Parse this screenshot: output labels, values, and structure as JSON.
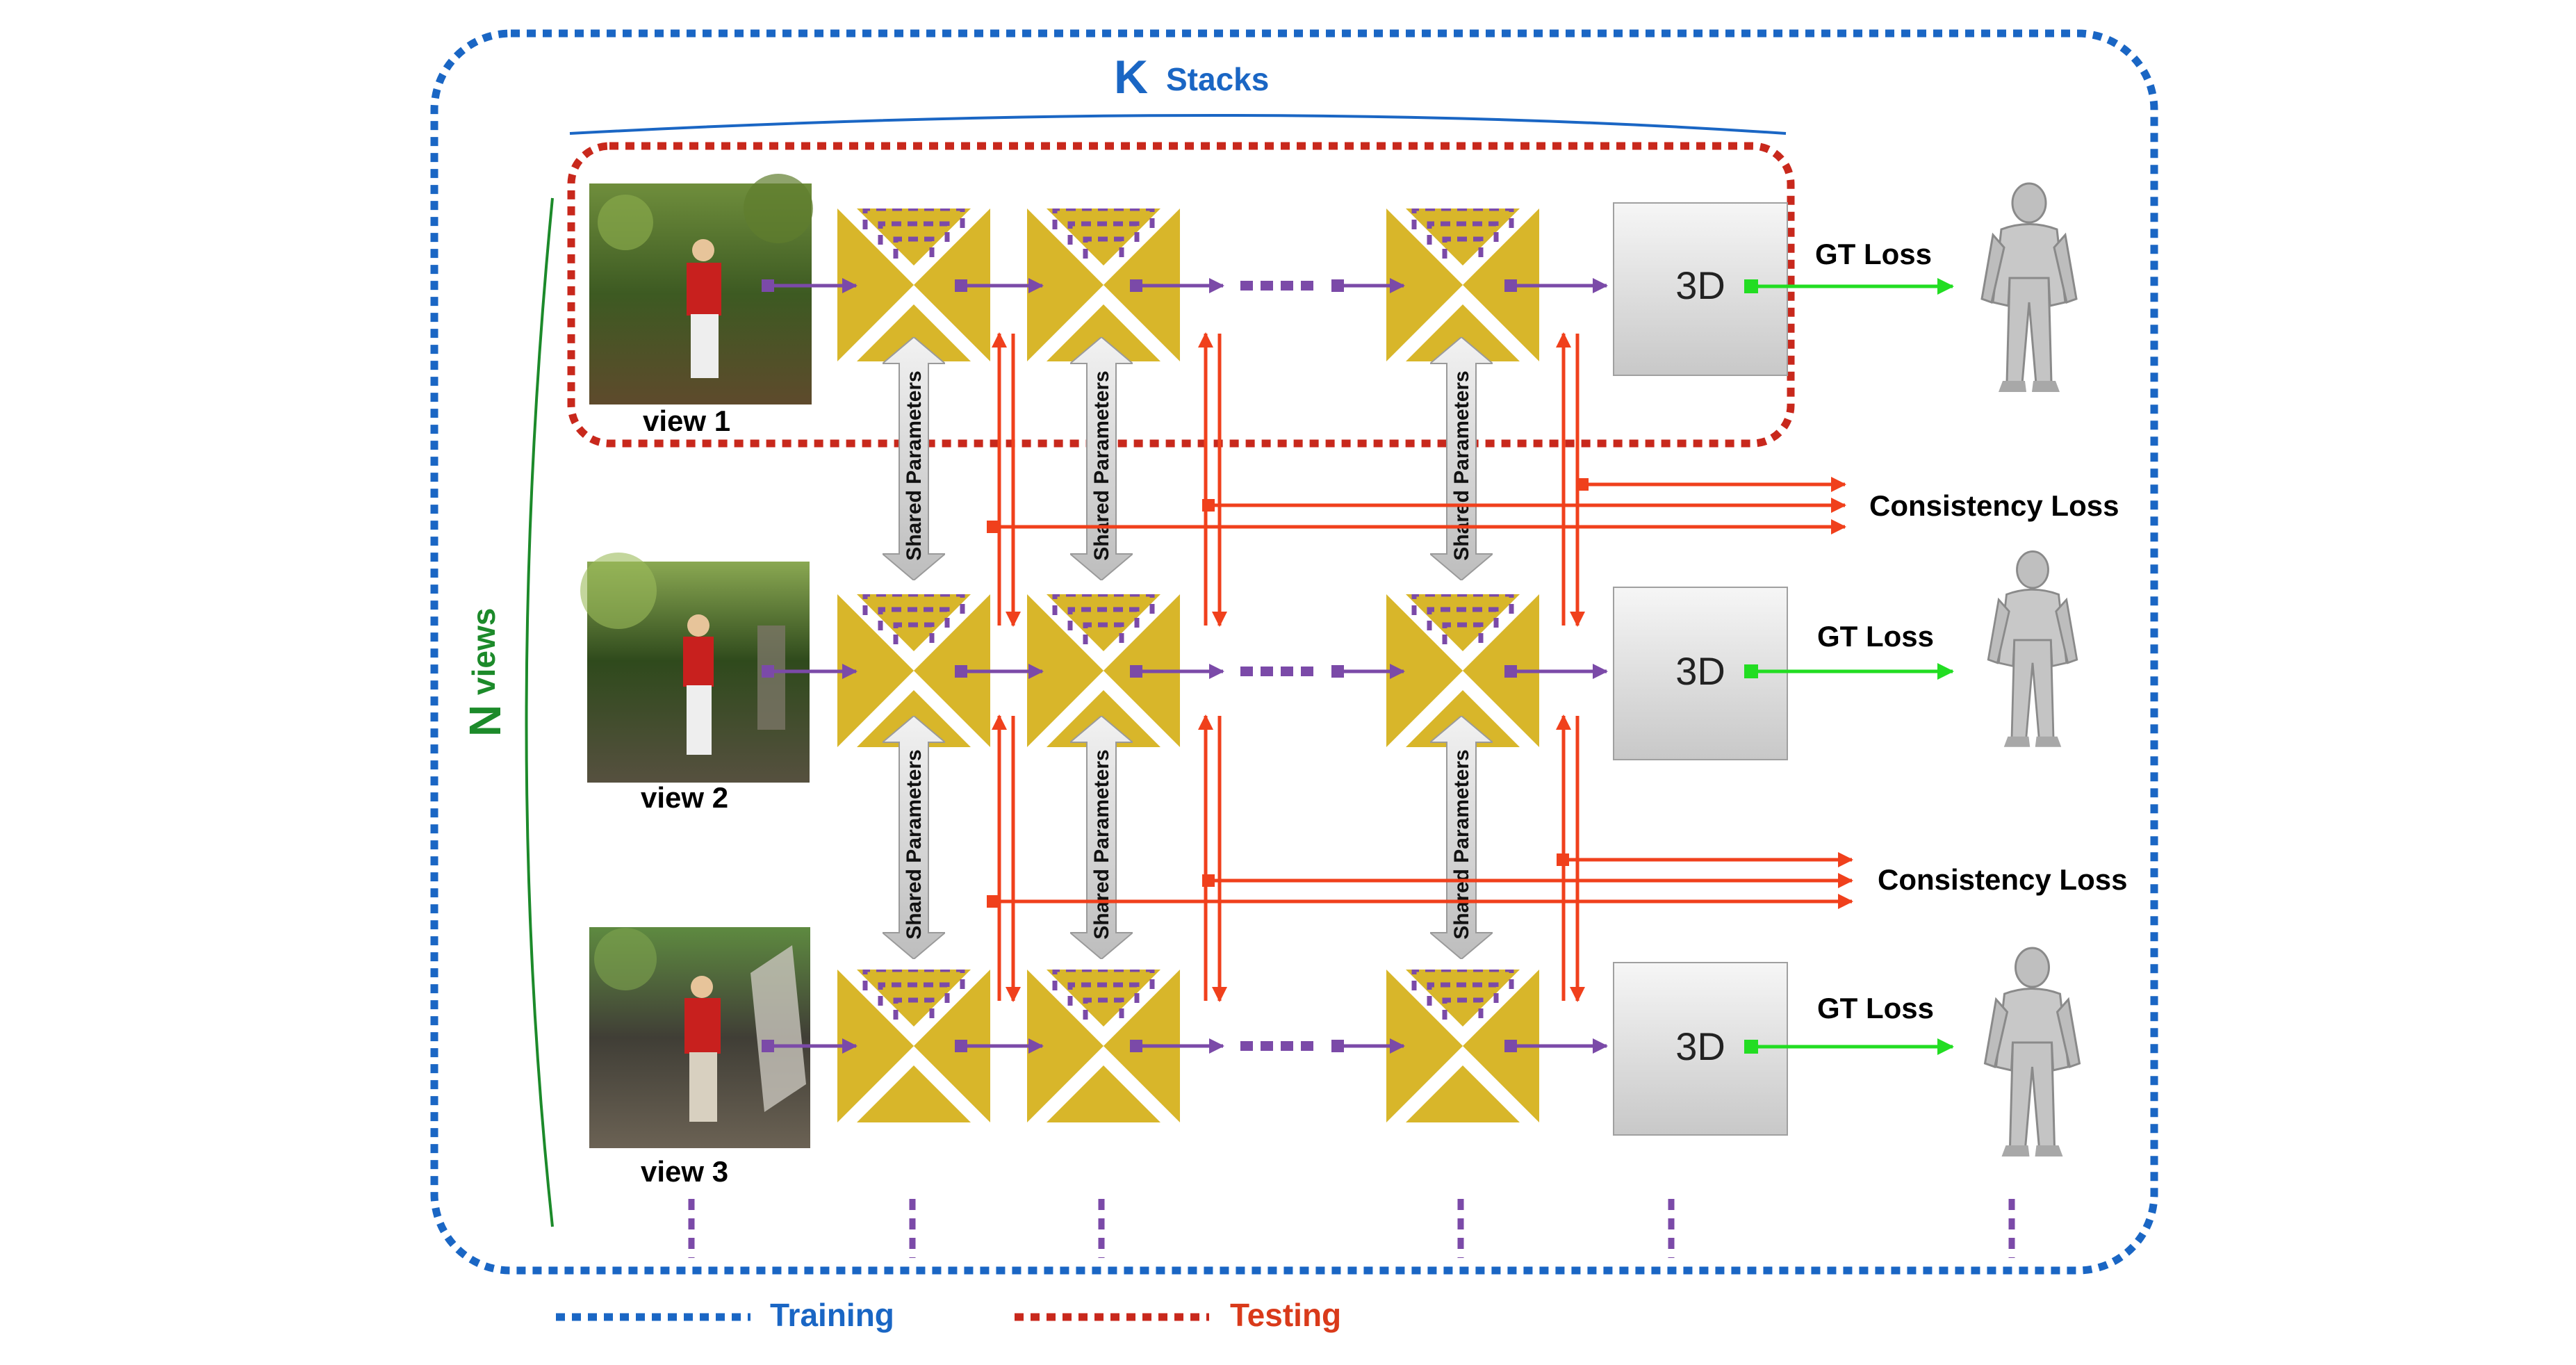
{
  "stacks": {
    "letter": "K",
    "label": "Stacks"
  },
  "views_axis": {
    "letter": "N",
    "label": "views"
  },
  "view_labels": [
    "view 1",
    "view 2",
    "view 3"
  ],
  "box_label": "3D",
  "gt_loss": "GT Loss",
  "consistency_loss": "Consistency Loss",
  "shared_parameters": "Shared Parameters",
  "legend": {
    "training": "Training",
    "testing": "Testing"
  },
  "colors": {
    "training": "#1a66c4",
    "testing": "#c8281c",
    "hourglass": "#d8b62a",
    "internal_skip": "#7b4aa8",
    "arrow_flow": "#7b4aa8",
    "consistency": "#f0401c",
    "gt_arrow": "#22dd22",
    "views_bracket": "#1c8a2a"
  },
  "icons": {
    "photo": "person-photo-icon",
    "hourglass": "hourglass-network-icon",
    "mesh": "human-mesh-icon",
    "box": "3d-box-icon"
  }
}
